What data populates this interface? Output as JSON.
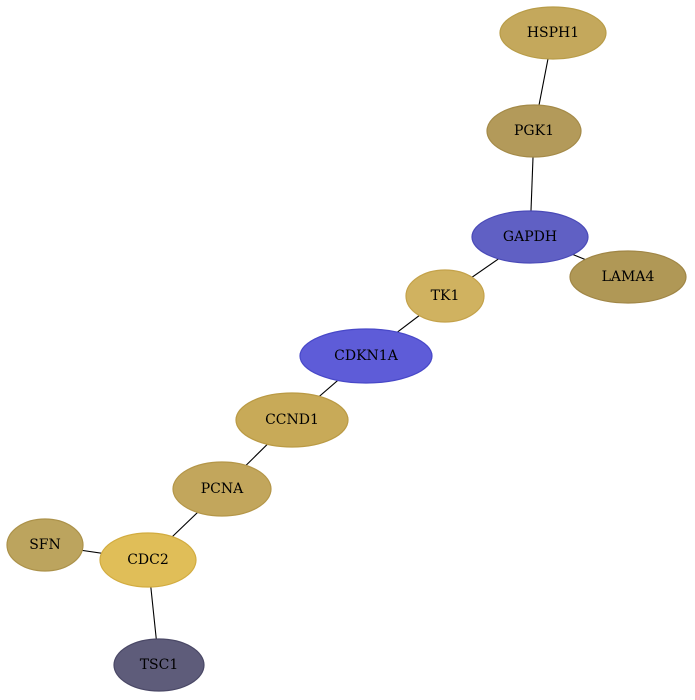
{
  "network": {
    "nodes": [
      {
        "id": "HSPH1",
        "label": "HSPH1",
        "fill": "#c4a85c",
        "stroke": "#b89c48"
      },
      {
        "id": "PGK1",
        "label": "PGK1",
        "fill": "#b39a5a",
        "stroke": "#a48a48"
      },
      {
        "id": "GAPDH",
        "label": "GAPDH",
        "fill": "#6060c4",
        "stroke": "#4a4ab8"
      },
      {
        "id": "LAMA4",
        "label": "LAMA4",
        "fill": "#b09856",
        "stroke": "#a08646"
      },
      {
        "id": "TK1",
        "label": "TK1",
        "fill": "#d0b260",
        "stroke": "#c4a24a"
      },
      {
        "id": "CDKN1A",
        "label": "CDKN1A",
        "fill": "#5e5cd8",
        "stroke": "#4848c8"
      },
      {
        "id": "CCND1",
        "label": "CCND1",
        "fill": "#c8aa58",
        "stroke": "#ba9a44"
      },
      {
        "id": "PCNA",
        "label": "PCNA",
        "fill": "#c2a65c",
        "stroke": "#b49648"
      },
      {
        "id": "SFN",
        "label": "SFN",
        "fill": "#bca45e",
        "stroke": "#ac924a"
      },
      {
        "id": "CDC2",
        "label": "CDC2",
        "fill": "#e0be58",
        "stroke": "#d2ac40"
      },
      {
        "id": "TSC1",
        "label": "TSC1",
        "fill": "#5e5c7a",
        "stroke": "#4a4866"
      }
    ],
    "edges": [
      {
        "source": "HSPH1",
        "target": "PGK1"
      },
      {
        "source": "PGK1",
        "target": "GAPDH"
      },
      {
        "source": "GAPDH",
        "target": "LAMA4"
      },
      {
        "source": "GAPDH",
        "target": "TK1"
      },
      {
        "source": "TK1",
        "target": "CDKN1A"
      },
      {
        "source": "CDKN1A",
        "target": "CCND1"
      },
      {
        "source": "CCND1",
        "target": "PCNA"
      },
      {
        "source": "PCNA",
        "target": "CDC2"
      },
      {
        "source": "SFN",
        "target": "CDC2"
      },
      {
        "source": "CDC2",
        "target": "TSC1"
      }
    ]
  }
}
